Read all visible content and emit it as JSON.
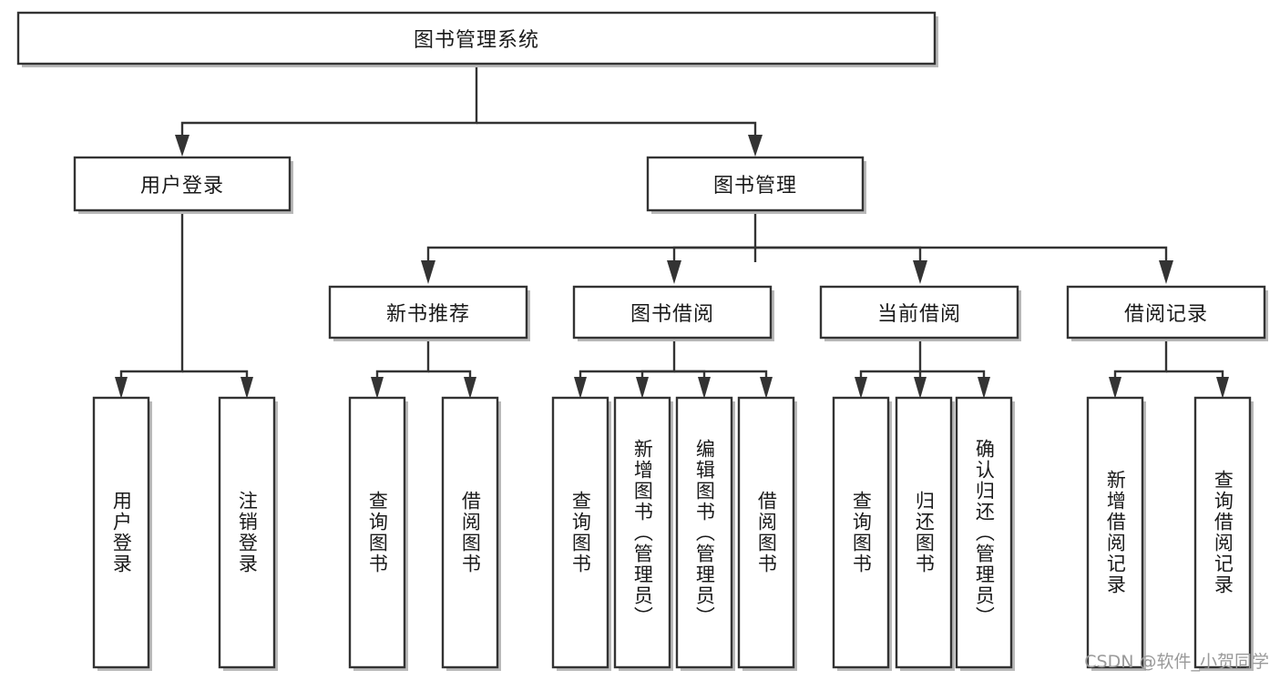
{
  "diagram": {
    "title": "图书管理系统",
    "type": "tree",
    "watermark": "CSDN @软件_小贺同学",
    "colors": {
      "box_stroke": "#333333",
      "box_fill": "#ffffff",
      "connector": "#333333",
      "text": "#1a1a1a",
      "watermark": "#9a9a9a",
      "background": "#ffffff"
    },
    "root": {
      "label": "图书管理系统",
      "orientation": "horizontal"
    },
    "level1": [
      {
        "label": "用户登录",
        "orientation": "horizontal"
      },
      {
        "label": "图书管理",
        "orientation": "horizontal"
      }
    ],
    "level2": [
      {
        "label": "新书推荐",
        "orientation": "horizontal",
        "parent": "图书管理"
      },
      {
        "label": "图书借阅",
        "orientation": "horizontal",
        "parent": "图书管理"
      },
      {
        "label": "当前借阅",
        "orientation": "horizontal",
        "parent": "图书管理"
      },
      {
        "label": "借阅记录",
        "orientation": "horizontal",
        "parent": "图书管理"
      }
    ],
    "leaves": {
      "用户登录": [
        {
          "label": "用户登录",
          "orientation": "vertical"
        },
        {
          "label": "注销登录",
          "orientation": "vertical"
        }
      ],
      "新书推荐": [
        {
          "label": "查询图书",
          "orientation": "vertical"
        },
        {
          "label": "借阅图书",
          "orientation": "vertical"
        }
      ],
      "图书借阅": [
        {
          "label": "查询图书",
          "orientation": "vertical"
        },
        {
          "label": "新增图书（管理员）",
          "orientation": "vertical"
        },
        {
          "label": "编辑图书（管理员）",
          "orientation": "vertical"
        },
        {
          "label": "借阅图书",
          "orientation": "vertical"
        }
      ],
      "当前借阅": [
        {
          "label": "查询图书",
          "orientation": "vertical"
        },
        {
          "label": "归还图书",
          "orientation": "vertical"
        },
        {
          "label": "确认归还（管理员）",
          "orientation": "vertical"
        }
      ],
      "借阅记录": [
        {
          "label": "新增借阅记录",
          "orientation": "vertical"
        },
        {
          "label": "查询借阅记录",
          "orientation": "vertical"
        }
      ]
    }
  }
}
